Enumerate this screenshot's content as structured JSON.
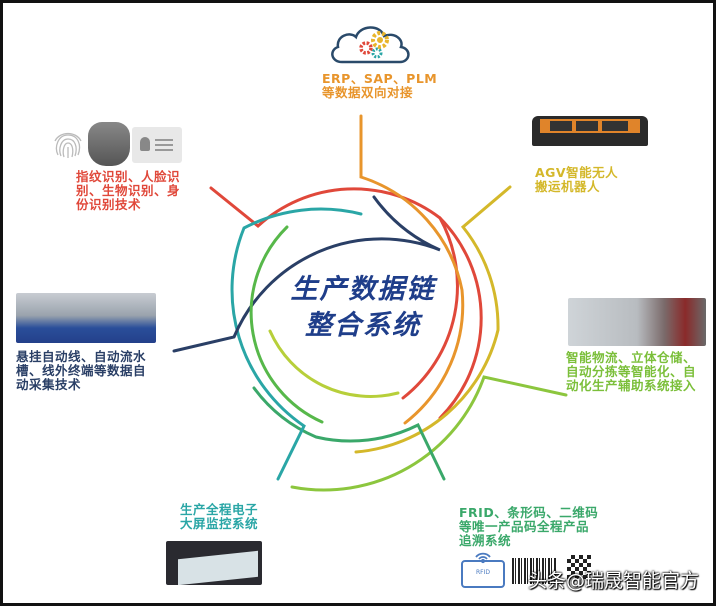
{
  "center": {
    "line1": "生产数据链",
    "line2": "整合系统",
    "color": "#1f3e8a"
  },
  "nodes": {
    "erp": {
      "line1": "ERP、SAP、PLM",
      "line2": "等数据双向对接",
      "color": "#e8952c",
      "icon": "cloud-gears-icon"
    },
    "agv": {
      "line1": "AGV智能无人",
      "line2": "搬运机器人",
      "color": "#d4b82a",
      "image": "agv-robot-photo"
    },
    "logistics": {
      "line1": "智能物流、立体仓储、",
      "line2": "自动分拣等智能化、自",
      "line3": "动化生产辅助系统接入",
      "color": "#7bbf3a",
      "image": "warehouse-photo"
    },
    "traceability": {
      "line1": "FRID、条形码、二维码",
      "line2": "等唯一产品码全程产品",
      "line3": "追溯系统",
      "color": "#3aa86a",
      "icons": [
        "rfid-icon",
        "barcode-icon",
        "qr-code-icon"
      ],
      "rfid_label": "RFID"
    },
    "monitor": {
      "line1": "生产全程电子",
      "line2": "大屏监控系统",
      "color": "#2aa6a6",
      "image": "big-screen-photo"
    },
    "hanging": {
      "line1": "悬挂自动线、自动流水",
      "line2": "槽、线外终端等数据自",
      "line3": "动采集技术",
      "color": "#2a3f66",
      "image": "hanging-line-photo"
    },
    "biometric": {
      "line1": "指纹识别、人脸识",
      "line2": "别、生物识别、身",
      "line3": "份识别技术",
      "color": "#e0483a",
      "icons": [
        "fingerprint-icon",
        "face-icon",
        "id-card-icon"
      ]
    }
  },
  "watermark": "头条@瑞晟智能官方"
}
